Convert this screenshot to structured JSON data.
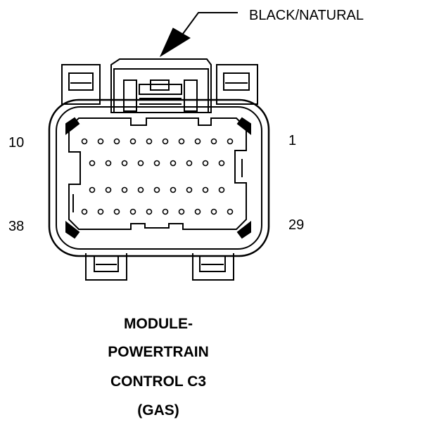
{
  "connector": {
    "color_label": "BLACK/NATURAL",
    "pin_labels": {
      "top_left": "10",
      "top_right": "1",
      "bottom_left": "38",
      "bottom_right": "29"
    },
    "title_lines": [
      "MODULE-",
      "POWERTRAIN",
      "CONTROL C3",
      "(GAS)"
    ]
  }
}
